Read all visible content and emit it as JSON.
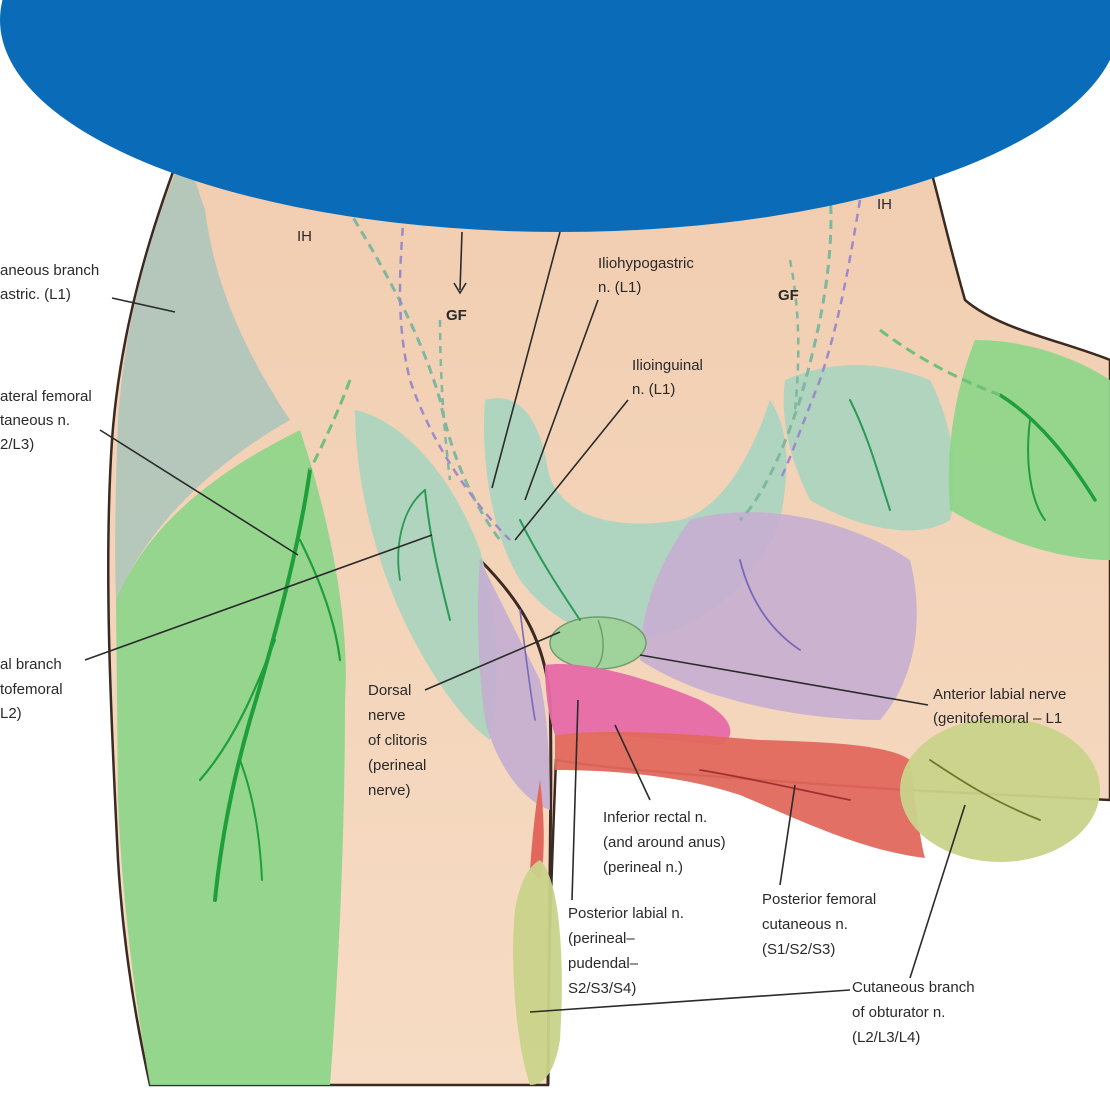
{
  "colors": {
    "banner_blue": "#0a6cb8",
    "skin": "#f3d3b6",
    "skin_shadow": "#e7b896",
    "green_zone": "#8fd58a",
    "bluegrey_zone": "#a9c9bb",
    "teal_zone": "#a9d4be",
    "lilac_zone": "#c7aed1",
    "pink_zone": "#e76aa6",
    "red_zone": "#e2685d",
    "olive_zone": "#c9d38a",
    "nerve_green": "#1f9e3c"
  },
  "labels": {
    "ih_left": "IH",
    "ih_right": "IH",
    "gf_left": "GF",
    "gf_right": "GF",
    "iliohypogastric": [
      "Iliohypogastric",
      "n. (L1)"
    ],
    "ilioinguinal": [
      "Ilioinguinal",
      "n. (L1)"
    ],
    "cut_branch_iliohypogastric": [
      "aneous branch",
      "astric. (L1)"
    ],
    "lateral_femoral": [
      "ateral femoral",
      "taneous n.",
      "2/L3)"
    ],
    "femoral_branch_genitofemoral": [
      "al branch",
      "tofemoral",
      "L2)"
    ],
    "dorsal_nerve_clitoris": [
      "Dorsal",
      "nerve",
      "of clitoris",
      "(perineal",
      "nerve)"
    ],
    "anterior_labial": [
      "Anterior labial nerve",
      "(genitofemoral – L1"
    ],
    "inferior_rectal": [
      "Inferior rectal n.",
      "(and around anus)",
      "(perineal n.)"
    ],
    "posterior_femoral": [
      "Posterior femoral",
      "cutaneous n.",
      "(S1/S2/S3)"
    ],
    "posterior_labial": [
      "Posterior labial n.",
      "(perineal–",
      "pudendal–",
      "S2/S3/S4)"
    ],
    "obturator_cutaneous": [
      "Cutaneous branch",
      "of obturator n.",
      "(L2/L3/L4)"
    ]
  }
}
